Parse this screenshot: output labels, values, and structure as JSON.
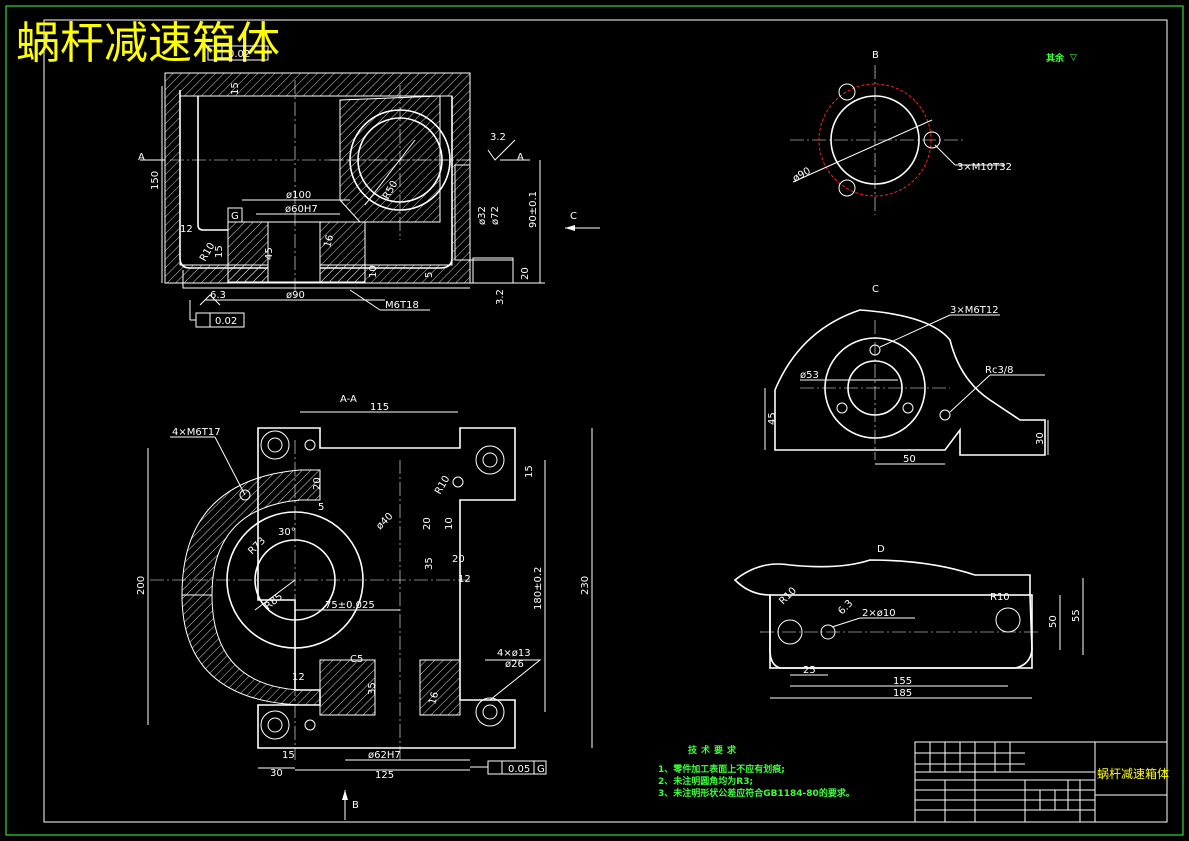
{
  "title": "蜗杆减速箱体",
  "views": {
    "top": {
      "labels": [
        "A",
        "A",
        "C",
        "G"
      ],
      "dims": [
        "150",
        "15",
        "12",
        "R10",
        "15",
        "45",
        "ø100",
        "ø60H7",
        "ø90",
        "R50",
        "ø32",
        "ø72",
        "90±0.1",
        "20",
        "3.2",
        "16",
        "10",
        "5",
        "M6T18",
        "6.3",
        "3.2"
      ],
      "tolerances": [
        "0.02",
        "0.02"
      ]
    },
    "section_aa": {
      "label": "A-A",
      "dims": [
        "115",
        "4×M6T17",
        "R73",
        "30°",
        "R85",
        "R10",
        "15",
        "20",
        "5",
        "ø40",
        "20",
        "10",
        "35",
        "20",
        "12",
        "75±0.025",
        "180±0.2",
        "230",
        "200",
        "C5",
        "35",
        "16",
        "4×ø13",
        "ø26",
        "12",
        "15",
        "30",
        "125",
        "ø62H7"
      ],
      "tolerance_value": "0.05",
      "tolerance_datum": "G",
      "arrow_label": "B"
    },
    "view_b": {
      "label": "B",
      "dims": [
        "ø90",
        "3×M10T32"
      ],
      "roughness": "其余"
    },
    "view_c": {
      "label": "C",
      "dims": [
        "3×M6T12",
        "ø53",
        "Rc3/8",
        "45",
        "50",
        "30"
      ]
    },
    "view_d": {
      "label": "D",
      "dims": [
        "R10",
        "6.3",
        "2×ø10",
        "R10",
        "50",
        "55",
        "25",
        "155",
        "185"
      ]
    }
  },
  "notes": {
    "heading": "技术要求",
    "items": [
      "1、零件加工表面上不应有划痕;",
      "2、未注明圆角均为R3;",
      "3、未注明形状公差应符合GB1184-80的要求。"
    ]
  },
  "title_block": {
    "part_name": "蜗杆减速箱体"
  }
}
